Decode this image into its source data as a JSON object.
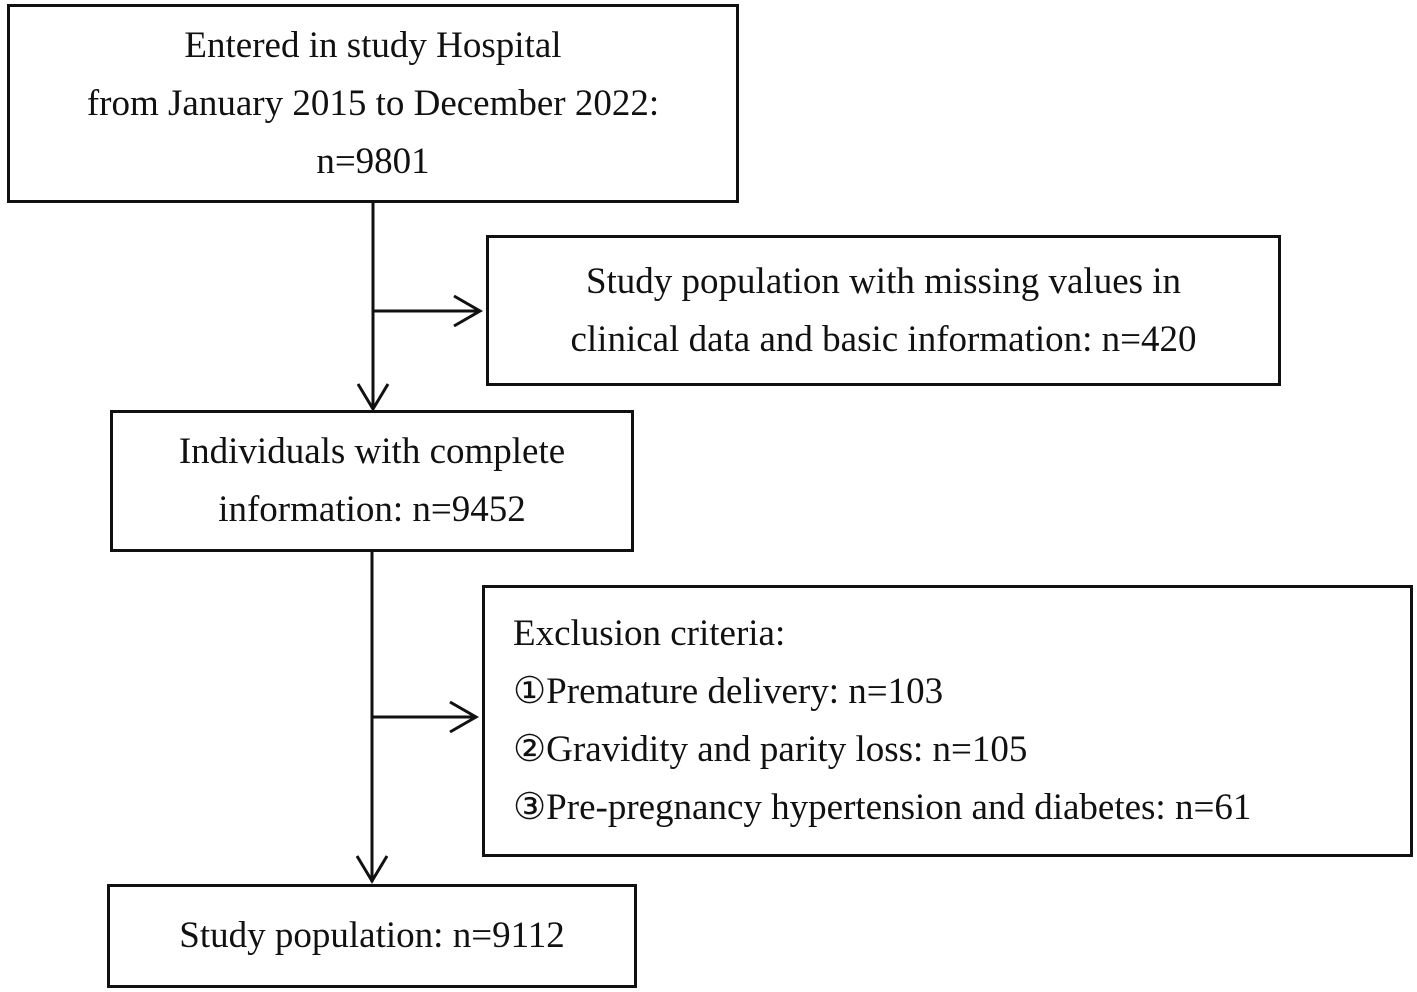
{
  "flowchart": {
    "start": {
      "lines": [
        "Entered in study Hospital",
        "from January 2015 to December 2022:",
        "n=9801"
      ]
    },
    "excluded_missing": {
      "lines": [
        "Study population with missing values in",
        "clinical data and basic information: n=420"
      ]
    },
    "complete": {
      "lines": [
        "Individuals with complete",
        "information: n=9452"
      ]
    },
    "exclusion_criteria": {
      "title": "Exclusion criteria:",
      "items": [
        "①Premature delivery: n=103",
        "②Gravidity and parity loss: n=105",
        "③Pre-pregnancy hypertension and diabetes: n=61"
      ]
    },
    "final": {
      "lines": [
        "Study population: n=9112"
      ]
    }
  }
}
